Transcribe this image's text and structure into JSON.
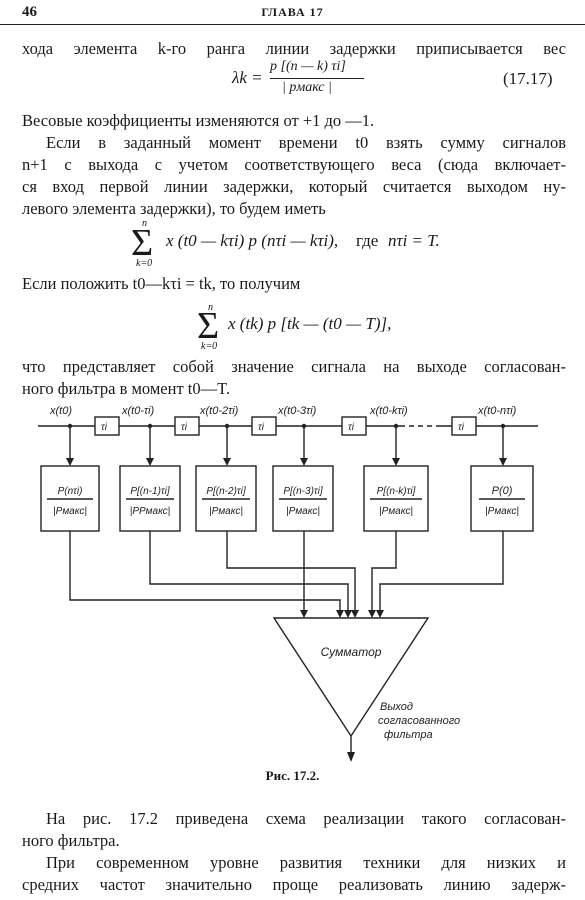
{
  "header": {
    "page_number": "46",
    "chapter": "ГЛАВА 17"
  },
  "para1": {
    "line1": "хода элемента k-го ранга линии задержки приписывается вес",
    "line2": "Весовые коэффициенты изменяются от +1 до —1."
  },
  "eq1": {
    "lhs": "λk =",
    "numerator": "p [(n — k) τi]",
    "denominator": "| pмакс |",
    "number": "(17.17)"
  },
  "para2": {
    "lines": [
      "Если в заданный момент  времени t0 взять сумму сигналов",
      "n+1 с выхода с учетом соответствующего веса (сюда включает-",
      "ся вход первой линии задержки, который считается выходом ну-",
      "левого элемента задержки), то будем иметь"
    ]
  },
  "eq2": {
    "sigma": "Σ",
    "upper": "n",
    "lower": "k=0",
    "body": "x (t0 — kτi) p (nτi — kτi),",
    "where": "где",
    "cond": "nτi = T."
  },
  "para3": {
    "line": "Если положить t0—kτi = tk, то получим"
  },
  "eq3": {
    "sigma": "Σ",
    "upper": "n",
    "lower": "k=0",
    "body": "x (tk) p [tk — (t0 — T)],"
  },
  "para4": {
    "lines": [
      "что представляет собой значение сигнала на выходе согласован-",
      "ного фильтра в момент t0—T."
    ]
  },
  "figure": {
    "signals": [
      "x(t0)",
      "x(t0-τi)",
      "x(t0-2τi)",
      "x(t0-3τi)",
      "x(t0-kτi)",
      "x(t0-nτi)"
    ],
    "delay_label": "τi",
    "weights": [
      {
        "num": "P(nτi)",
        "den": "|Pмакс|"
      },
      {
        "num": "P[(n-1)τi]",
        "den": "|PPмакс|"
      },
      {
        "num": "P[(n-2)τi]",
        "den": "|Pмакс|"
      },
      {
        "num": "P[(n-3)τi]",
        "den": "|Pмакс|"
      },
      {
        "num": "P[(n-k)τi]",
        "den": "|Pмакс|"
      },
      {
        "num": "P(0)",
        "den": "|Pмакс|"
      }
    ],
    "adder": "Сумматор",
    "output": [
      "Выход",
      "согласованного",
      "фильтра"
    ],
    "caption": "Рис. 17.2."
  },
  "para5": {
    "lines": [
      "На рис. 17.2 приведена схема реализации такого согласован-",
      "ного фильтра.",
      "При современном уровне развития  техники для низких и",
      "средних частот значительно проще реализовать линию задерж-"
    ]
  }
}
